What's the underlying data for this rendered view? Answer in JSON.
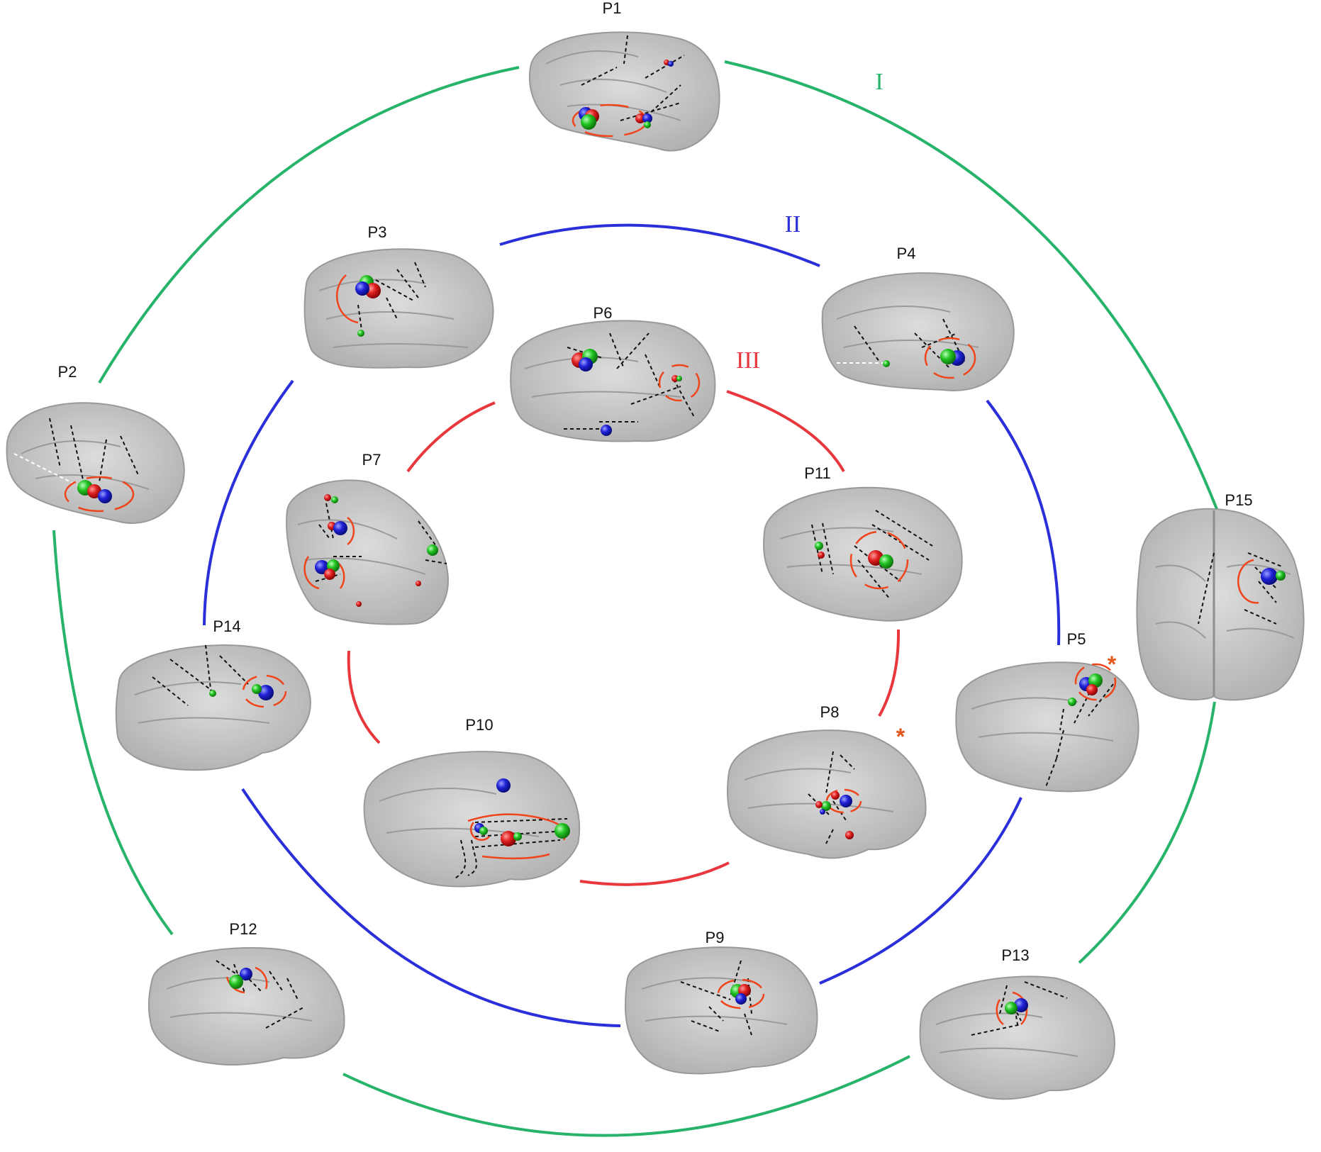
{
  "groups": [
    {
      "id": "ring-1",
      "label": "I",
      "color": "#27b46a"
    },
    {
      "id": "ring-2",
      "label": "II",
      "color": "#2b2fd9"
    },
    {
      "id": "ring-3",
      "label": "III",
      "color": "#e8383d"
    }
  ],
  "patients": [
    {
      "label": "P1",
      "ring": "ring-1"
    },
    {
      "label": "P2",
      "ring": "ring-1"
    },
    {
      "label": "P3",
      "ring": "ring-2"
    },
    {
      "label": "P4",
      "ring": "ring-2"
    },
    {
      "label": "P5",
      "ring": "ring-2",
      "marked": true
    },
    {
      "label": "P6",
      "ring": "ring-3"
    },
    {
      "label": "P7",
      "ring": "ring-3"
    },
    {
      "label": "P8",
      "ring": "ring-3",
      "marked": true
    },
    {
      "label": "P9",
      "ring": "ring-2"
    },
    {
      "label": "P10",
      "ring": "ring-3"
    },
    {
      "label": "P11",
      "ring": "ring-3"
    },
    {
      "label": "P12",
      "ring": "ring-1"
    },
    {
      "label": "P13",
      "ring": "ring-1"
    },
    {
      "label": "P14",
      "ring": "ring-2"
    },
    {
      "label": "P15",
      "ring": "ring-1"
    }
  ],
  "marker": "*",
  "colors": {
    "brain_fill": "#bdbdbd",
    "brain_edge": "#8e8e8e",
    "sphere_red": "#e02020",
    "sphere_green": "#22c322",
    "sphere_blue": "#1f22d6",
    "contour": "#f0441a"
  }
}
